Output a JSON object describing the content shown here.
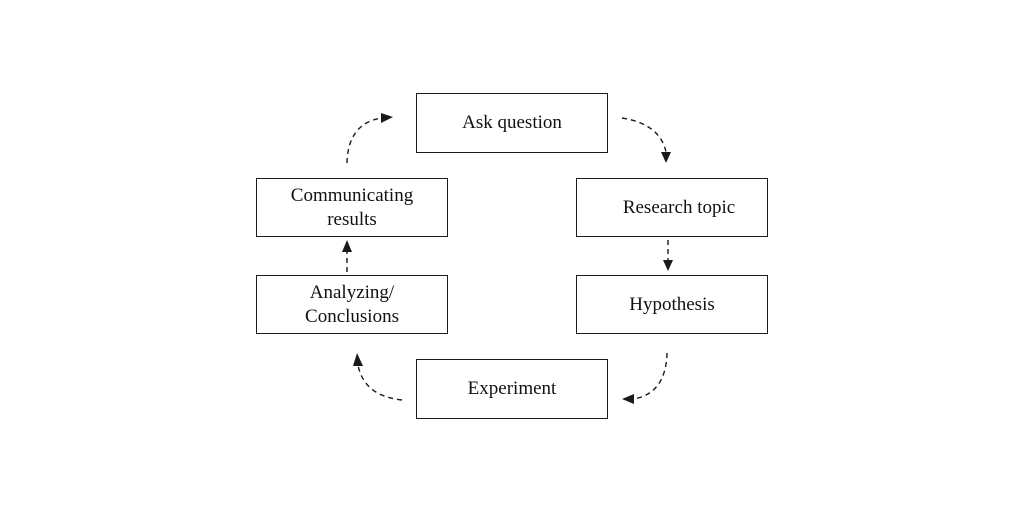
{
  "nodes": {
    "ask_question": "Ask question",
    "research_topic": "Research topic",
    "hypothesis": "Hypothesis",
    "experiment": "Experiment",
    "analyzing": "Analyzing/\nConclusions",
    "communicating": "Communicating\nresults"
  },
  "arrow_style": "dashed",
  "colors": {
    "stroke": "#1a1a1a",
    "background": "#ffffff"
  }
}
